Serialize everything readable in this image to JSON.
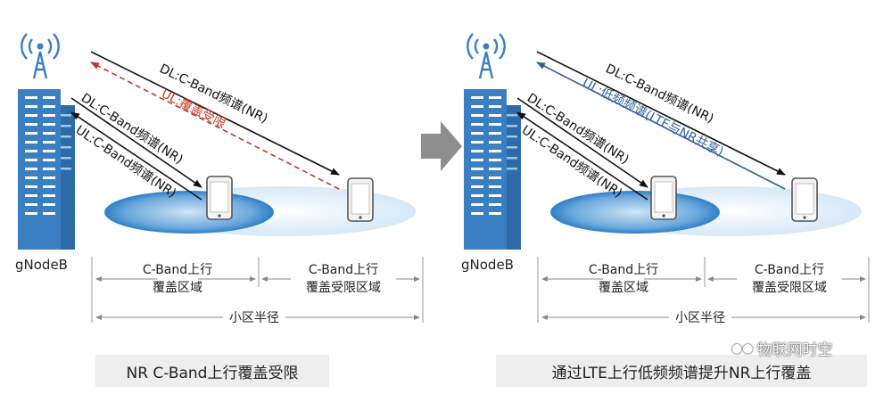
{
  "panels": [
    {
      "station_label": "gNodeB",
      "arrows": [
        {
          "text": "DL:C-Band频谱(NR)",
          "color": "#111111"
        },
        {
          "text": "UL:覆盖受限",
          "color": "#c0392b"
        },
        {
          "text": "DL:C-Band频谱(NR)",
          "color": "#111111"
        },
        {
          "text": "UL:C-Band频谱(NR)",
          "color": "#111111"
        }
      ],
      "zones": [
        {
          "line1": "C-Band上行",
          "line2": "覆盖区域"
        },
        {
          "line1": "C-Band上行",
          "line2": "覆盖受限区域"
        }
      ],
      "radius_label": "小区半径",
      "caption": "NR C-Band上行覆盖受限"
    },
    {
      "station_label": "gNodeB",
      "arrows": [
        {
          "text": "DL:C-Band频谱(NR)",
          "color": "#111111"
        },
        {
          "text": "UL:低频频谱(LTE与NR共享)",
          "color": "#2e5f9e"
        },
        {
          "text": "DL:C-Band频谱(NR)",
          "color": "#111111"
        },
        {
          "text": "UL:C-Band频谱(NR)",
          "color": "#111111"
        }
      ],
      "zones": [
        {
          "line1": "C-Band上行",
          "line2": "覆盖区域"
        },
        {
          "line1": "C-Band上行",
          "line2": "覆盖受限区域"
        }
      ],
      "radius_label": "小区半径",
      "caption": "通过LTE上行低频频谱提升NR上行覆盖"
    }
  ],
  "colors": {
    "building": "#3a7fc1",
    "window": "#ffffff",
    "ellipse_outer": "#dcebf8",
    "ellipse_inner": "#2f7fc6",
    "accent_arrow": "#8e8e8e"
  },
  "watermark": "物联网时空"
}
